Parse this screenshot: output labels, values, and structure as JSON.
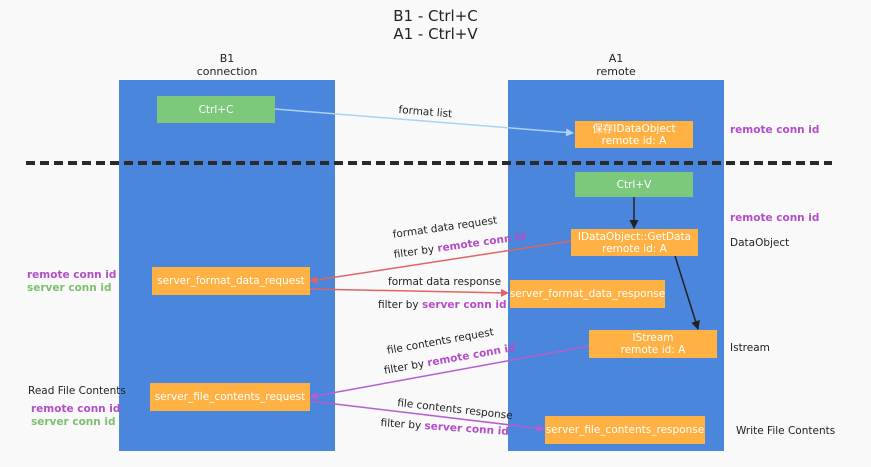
{
  "title": {
    "line1": "B1 - Ctrl+C",
    "line2": "A1 - Ctrl+V"
  },
  "columns": {
    "left": {
      "name": "B1",
      "sub": "connection"
    },
    "right": {
      "name": "A1",
      "sub": "remote"
    }
  },
  "boxes": {
    "ctrl_c": "Ctrl+C",
    "data_object_line1": "保存IDataObject",
    "data_object_line2": "remote id: A",
    "ctrl_v": "Ctrl+V",
    "getdata_line1": "IDataObject::GetData",
    "getdata_line2": "remote id: A",
    "format_req": "server_format_data_request",
    "format_resp": "server_format_data_response",
    "istream_line1": "IStream",
    "istream_line2": "remote id: A",
    "file_req": "server_file_contents_request",
    "file_resp": "server_file_contents_response"
  },
  "arrows": {
    "format_list": "format list",
    "format_data_request": "format data request",
    "format_data_response": "format data response",
    "file_contents_request": "file contents request",
    "file_contents_response": "file contents response"
  },
  "filters": {
    "prefix": "filter by",
    "remote": "remote conn id",
    "server": "server conn id"
  },
  "side_labels": {
    "remote_conn_id": "remote conn id",
    "server_conn_id": "server conn id",
    "data_object": "DataObject",
    "istream": "Istream",
    "read_file_contents": "Read File Contents",
    "write_file_contents": "Write File Contents"
  },
  "colors": {
    "panel": "#4a86db",
    "green_box": "#7cc97b",
    "orange_box": "#ffb144",
    "purple": "#b24ec7",
    "green_text": "#7cbf6f",
    "red_arrow": "#e06464",
    "violet_arrow": "#b45fd0",
    "light_blue_arrow": "#a9d2f5"
  }
}
